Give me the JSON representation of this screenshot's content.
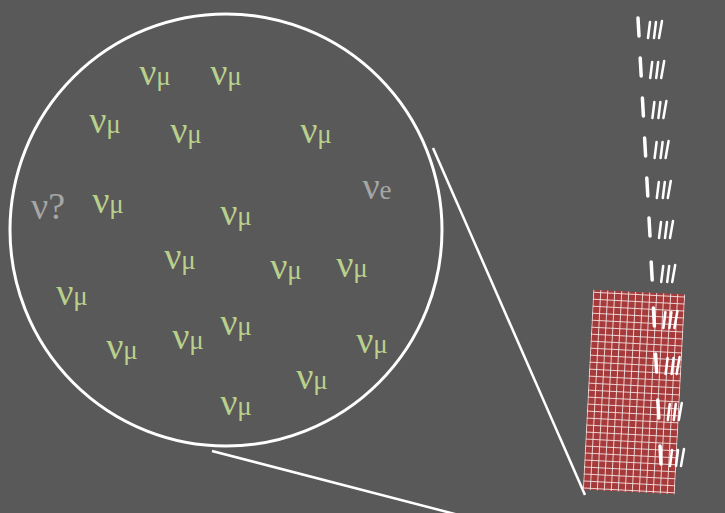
{
  "diagram": {
    "nodes": [
      {
        "text": [
          "νμ",
          "νμ",
          "νμ",
          "νμ",
          "νμ",
          "νe",
          "ν?",
          "νμ",
          "νμ",
          "νμ",
          "νμ",
          "νμ",
          "νμ",
          "νμ",
          "νμ",
          "νμ",
          "νμ",
          "νμ",
          "νμ"
        ]
      }
    ]
  }
}
